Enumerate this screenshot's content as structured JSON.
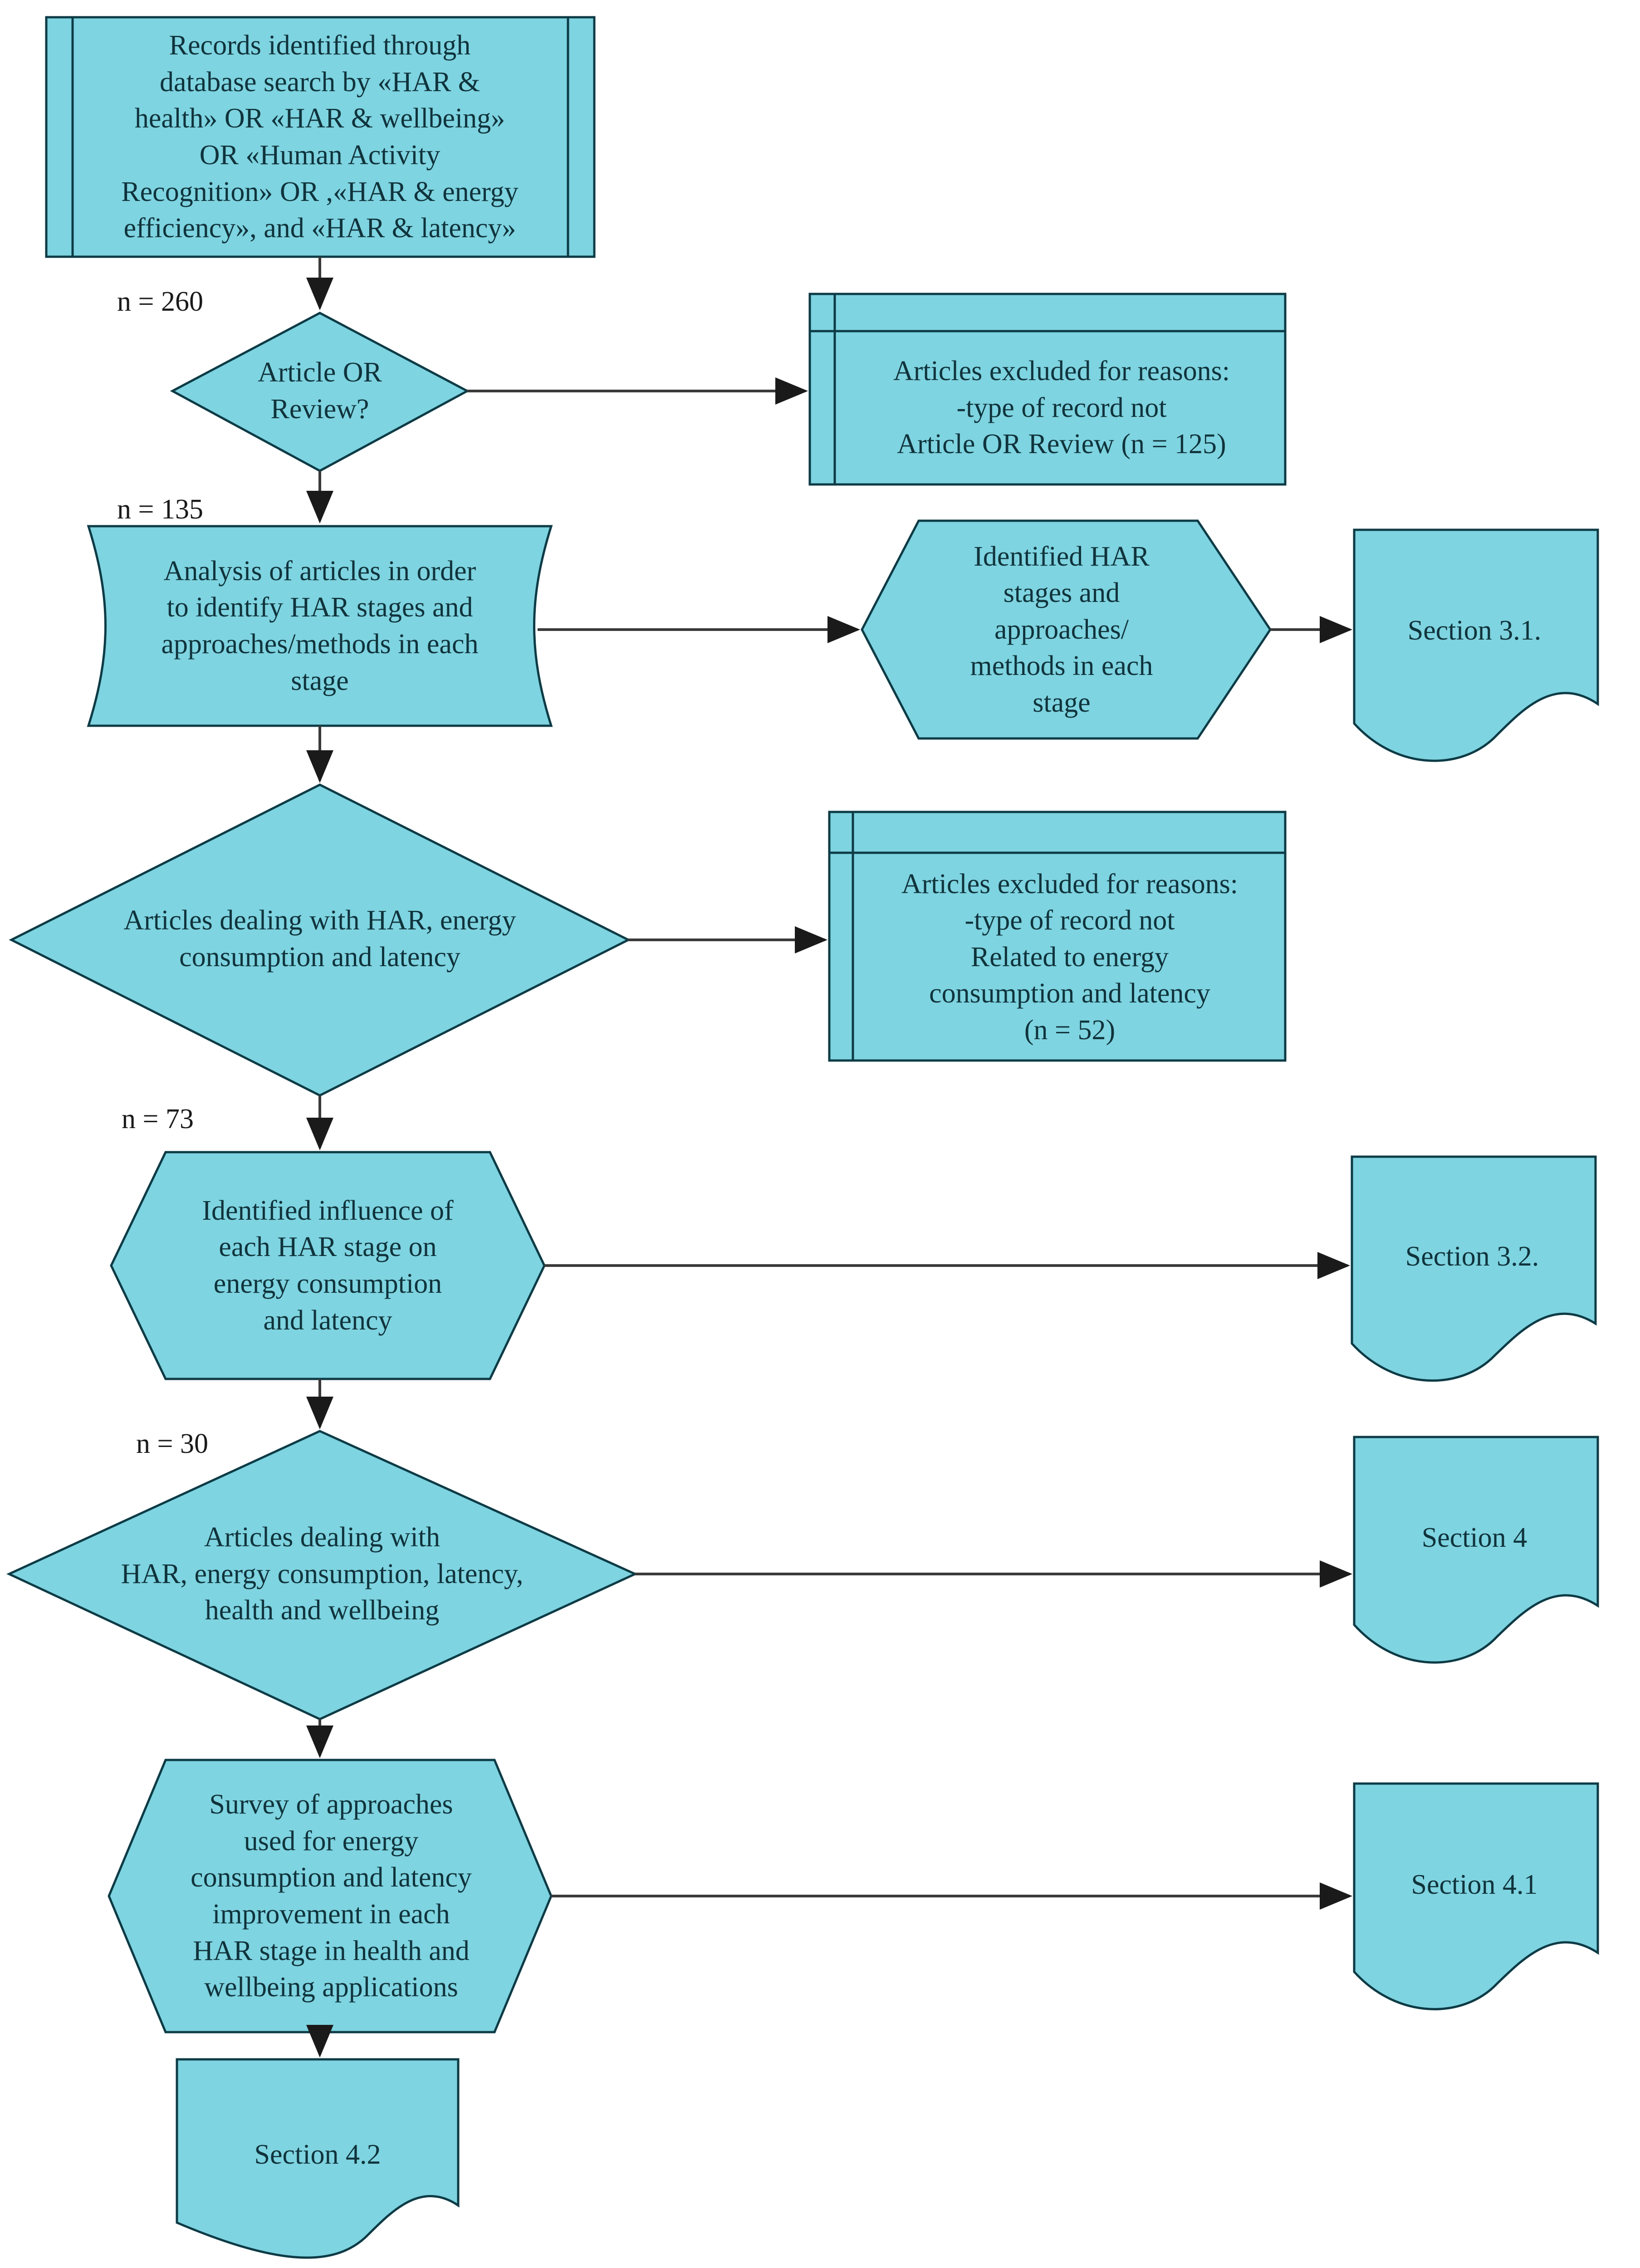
{
  "diagram": {
    "title": "PRISMA-style literature selection flowchart for HAR review",
    "fill_color": "#7ed4e0",
    "stroke_color": "#0d3b46",
    "connector_color": "#3a3a3a",
    "nodes": [
      {
        "id": "records",
        "shape": "predefined-process",
        "text": "Records identified through\ndatabase search by «HAR &\nhealth» OR «HAR & wellbeing»\nOR «Human Activity\nRecognition» OR ,«HAR & energy\nefficiency», and «HAR & latency»"
      },
      {
        "id": "decision-article-review",
        "shape": "diamond",
        "text": "Article OR\nReview?"
      },
      {
        "id": "excluded-1",
        "shape": "box-with-header",
        "text": "Articles excluded for reasons:\n-type of record not\nArticle OR Review (n = 125)"
      },
      {
        "id": "analysis-articles",
        "shape": "delay-card",
        "text": "Analysis of articles in order\nto identify HAR stages and\napproaches/methods in each\nstage"
      },
      {
        "id": "identified-har-stages",
        "shape": "hexagon",
        "text": "Identified HAR\nstages and\napproaches/\nmethods in each\nstage"
      },
      {
        "id": "section-3-1",
        "shape": "document",
        "text": "Section 3.1."
      },
      {
        "id": "decision-energy-latency",
        "shape": "diamond",
        "text": "Articles dealing with HAR, energy\nconsumption and latency"
      },
      {
        "id": "excluded-2",
        "shape": "box-with-header",
        "text": "Articles excluded for reasons:\n-type of record not\nRelated to energy\nconsumption and latency\n(n = 52)"
      },
      {
        "id": "identified-influence",
        "shape": "hexagon",
        "text": "Identified influence of\neach HAR stage on\nenergy consumption\nand latency"
      },
      {
        "id": "section-3-2",
        "shape": "document",
        "text": "Section 3.2."
      },
      {
        "id": "decision-health-wellbeing",
        "shape": "diamond",
        "text": "Articles dealing with\nHAR, energy consumption, latency,\nhealth and wellbeing"
      },
      {
        "id": "section-4",
        "shape": "document",
        "text": "Section 4"
      },
      {
        "id": "survey-approaches",
        "shape": "hexagon",
        "text": "Survey of  approaches\nused for energy\nconsumption and latency\nimprovement in each\nHAR stage in health and\nwellbeing applications"
      },
      {
        "id": "section-4-1",
        "shape": "document",
        "text": "Section 4.1"
      },
      {
        "id": "section-4-2",
        "shape": "document",
        "text": "Section 4.2"
      }
    ],
    "edge_labels": [
      {
        "id": "n-260",
        "text": "n = 260"
      },
      {
        "id": "n-135",
        "text": "n = 135"
      },
      {
        "id": "n-73",
        "text": "n = 73"
      },
      {
        "id": "n-30",
        "text": "n = 30"
      }
    ]
  }
}
